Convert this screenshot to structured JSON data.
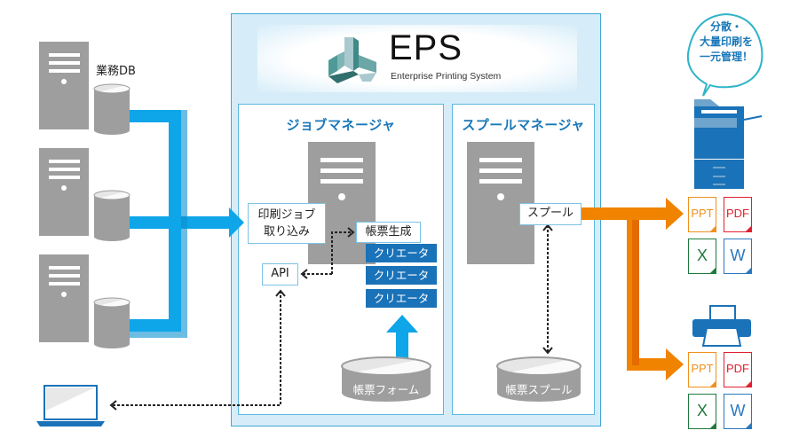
{
  "header": {
    "title": "EPS",
    "subtitle": "Enterprise Printing System"
  },
  "sources": {
    "db_label": "業務DB",
    "server_count": 3
  },
  "job_manager": {
    "title": "ジョブマネージャ",
    "print_job_import": [
      "印刷ジョブ",
      "取り込み"
    ],
    "form_generation": "帳票生成",
    "creators": [
      "クリエータ",
      "クリエータ",
      "クリエータ"
    ],
    "api": "API",
    "form_storage": "帳票フォーム"
  },
  "spool_manager": {
    "title": "スプールマネージャ",
    "spool": "スプール",
    "spool_storage": "帳票スプール"
  },
  "callout": {
    "lines": [
      "分散・",
      "大量印刷を",
      "一元管理！"
    ]
  },
  "outputs": {
    "groups": [
      {
        "device": "multifunction-printer",
        "docs": [
          "PPT",
          "PDF",
          "X",
          "W"
        ]
      },
      {
        "device": "printer",
        "docs": [
          "PPT",
          "PDF",
          "X",
          "W"
        ]
      }
    ]
  },
  "colors": {
    "accent_blue": "#1a78b8",
    "flow_blue": "#0ea5e9",
    "flow_orange": "#f08300",
    "server_gray": "#9e9e9e",
    "ppt": "#f0901e",
    "pdf": "#e0202e",
    "xls": "#1f7a3d",
    "word": "#2a78c0"
  }
}
